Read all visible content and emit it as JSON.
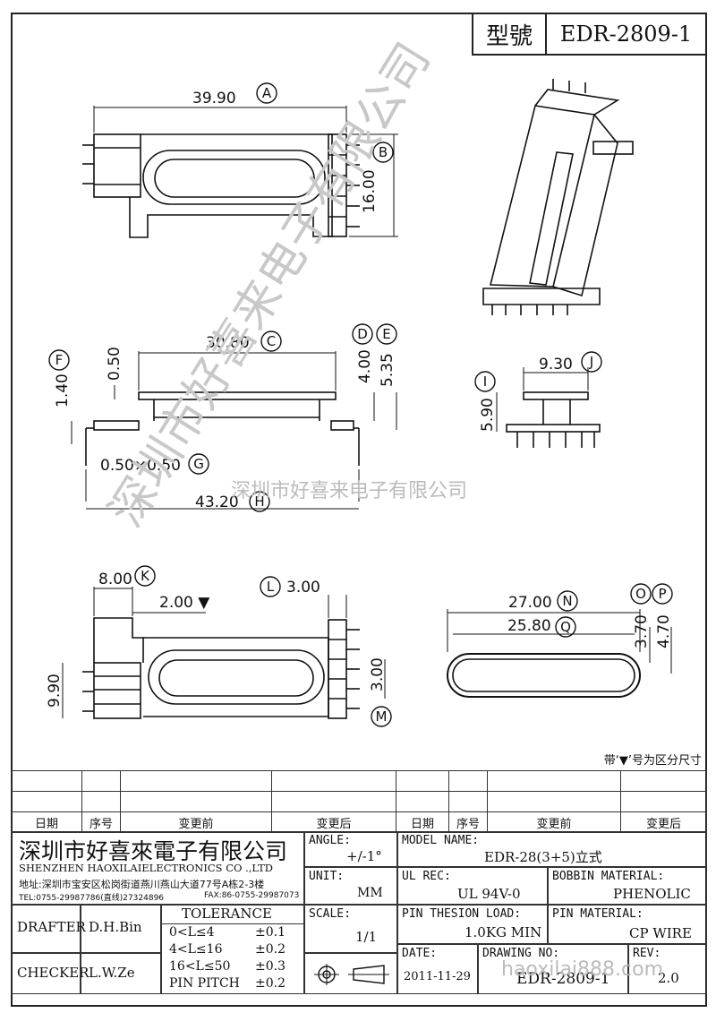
{
  "header": {
    "model_label": "型號",
    "model_value": "EDR-2809-1"
  },
  "dims": {
    "d1": "39.90",
    "d2": "16.00",
    "d3": "30.80",
    "d4": "0.50",
    "d5": "4.00",
    "d6": "5.35",
    "d7": "1.40",
    "d8": "0.50×0.50",
    "d9": "43.20",
    "d10": "9.30",
    "d11": "5.90",
    "d12": "8.00",
    "d13": "2.00 ▼",
    "d14": "3.00",
    "d15": "9.90",
    "d16": "3.00",
    "d17": "27.00",
    "d18": "25.80",
    "d19": "3.70",
    "d20": "4.70"
  },
  "markers": [
    "A",
    "B",
    "C",
    "D",
    "E",
    "F",
    "G",
    "H",
    "I",
    "J",
    "K",
    "L",
    "M",
    "N",
    "O",
    "P",
    "Q"
  ],
  "note": "带‘▼’号为区分尺寸",
  "revision_headers": [
    "日期",
    "序号",
    "变更前",
    "变更后",
    "日期",
    "序号",
    "变更前",
    "变更后"
  ],
  "company": {
    "name_cn": "深圳市好喜來電子有限公司",
    "name_en": "SHENZHEN HAOXILAIELECTRONICS CO .,LTD",
    "address": "地址:深圳市宝安区松岗街道燕川燕山大道77号A栋2-3楼",
    "tel": "TEL:0755-29987786(直线)27324896",
    "fax": "FAX:86-0755-29987073"
  },
  "title_block": {
    "drafter_label": "DRAFTER",
    "drafter_value": "D.H.Bin",
    "checker_label": "CHECKER",
    "checker_value": "L.W.Ze",
    "tolerance_title": "TOLERANCE",
    "tolerance_rows": [
      {
        "range": "0<L≤4",
        "tol": "±0.1"
      },
      {
        "range": "4<L≤16",
        "tol": "±0.2"
      },
      {
        "range": "16<L≤50",
        "tol": "±0.3"
      },
      {
        "range": "PIN PITCH",
        "tol": "±0.2"
      }
    ],
    "angle_label": "ANGLE:",
    "angle_value": "+/-1°",
    "unit_label": "UNIT:",
    "unit_value": "MM",
    "scale_label": "SCALE:",
    "scale_value": "1/1",
    "model_name_label": "MODEL NAME:",
    "model_name_value": "EDR-28(3+5)立式",
    "ul_label": "UL REC:",
    "ul_value": "UL 94V-0",
    "bobbin_label": "BOBBIN MATERIAL:",
    "bobbin_value": "PHENOLIC",
    "pin_load_label": "PIN THESION LOAD:",
    "pin_load_value": "1.0KG MIN",
    "pin_material_label": "PIN MATERIAL:",
    "pin_material_value": "CP  WIRE",
    "date_label": "DATE:",
    "date_value": "2011-11-29",
    "drawing_no_label": "DRAWING NO:",
    "drawing_no_value": "EDR-2809-1",
    "rev_label": "REV:",
    "rev_value": "2.0"
  },
  "watermark": {
    "text1": "深圳市好喜来电子有限公司",
    "text2": "深圳市好喜来电子有限公司",
    "url": "haoxilai888.com"
  }
}
